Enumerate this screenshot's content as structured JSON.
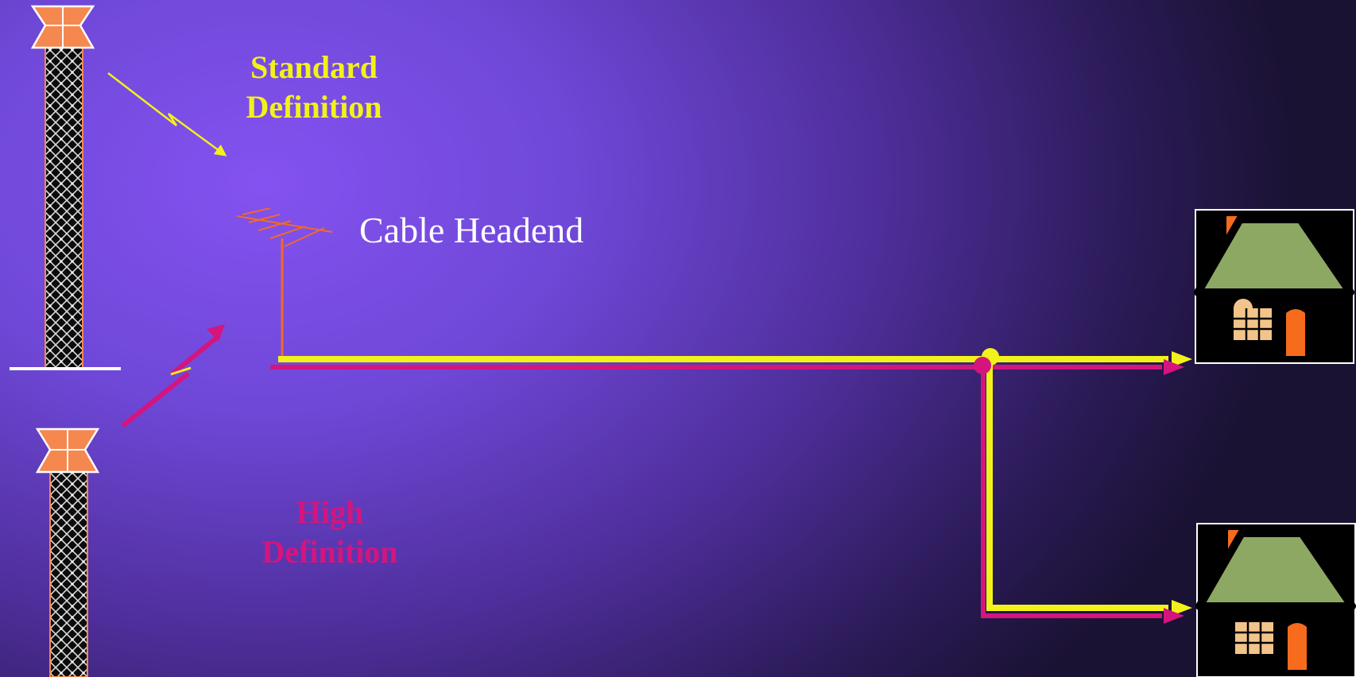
{
  "labels": {
    "standard_line1": "Standard",
    "standard_line2": "Definition",
    "high_line1": "High",
    "high_line2": "Definition",
    "headend": "Cable Headend"
  },
  "colors": {
    "standard": "#f2f21a",
    "high": "#d4157e",
    "tower_cap": "#f5884f",
    "antenna": "#f06a2a",
    "roof": "#8da863",
    "door": "#f76b1c",
    "window": "#f2c48a"
  },
  "icons": {
    "tower": "transmission-tower-icon",
    "antenna": "tv-antenna-icon",
    "house": "house-icon",
    "signal": "lightning-signal-icon"
  }
}
